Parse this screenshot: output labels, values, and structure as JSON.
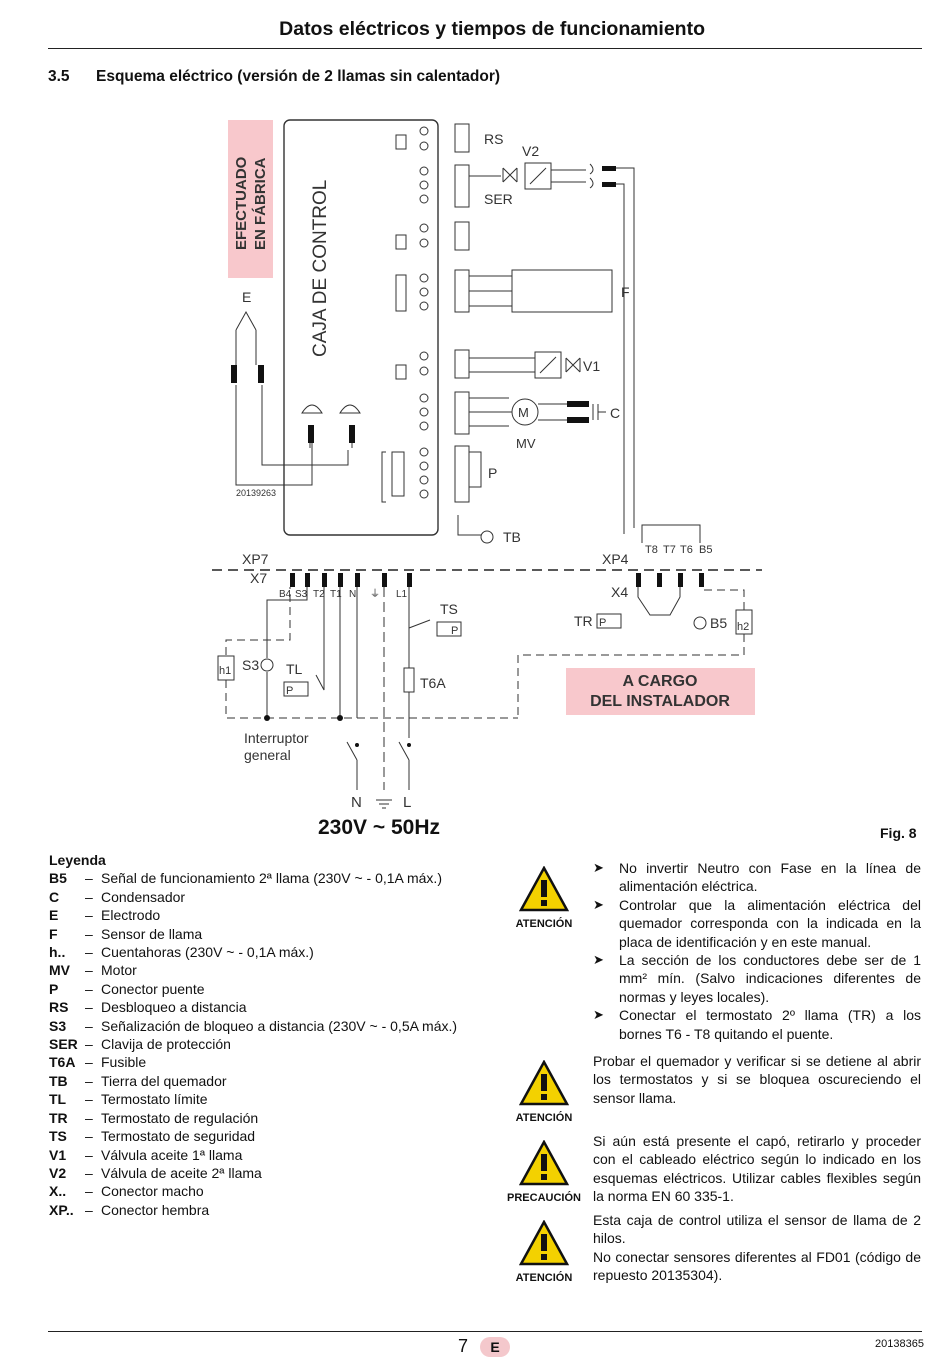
{
  "header": {
    "title": "Datos eléctricos y tiempos de funcionamiento"
  },
  "section": {
    "number": "3.5",
    "title": "Esquema eléctrico (versión de 2 llamas sin calentador)"
  },
  "diagram": {
    "factory_label": [
      "EFECTUADO",
      "EN FÁBRICA"
    ],
    "control_box": "CAJA DE CONTROL",
    "installer_label": [
      "A CARGO",
      "DEL INSTALADOR"
    ],
    "ref_code": "20139263",
    "labels": {
      "RS": "RS",
      "V2": "V2",
      "SER": "SER",
      "F": "F",
      "V1": "V1",
      "C": "C",
      "MV": "MV",
      "M": "M",
      "P": "P",
      "TB": "TB",
      "E": "E",
      "XP7": "XP7",
      "X7": "X7",
      "XP4": "XP4",
      "X4": "X4",
      "TS": "TS",
      "TR": "TR",
      "B5": "B5",
      "h1": "h1",
      "h2": "h2",
      "S3": "S3",
      "TL": "TL",
      "T6A": "T6A",
      "N": "N",
      "L": "L"
    },
    "pins_x7": [
      "B4",
      "S3",
      "T2",
      "T1",
      "N",
      "⏚",
      "L1"
    ],
    "pins_xp4": [
      "T8",
      "T7",
      "T6",
      "B5"
    ],
    "switch_label": [
      "Interruptor",
      "general"
    ],
    "supply": "230V ~ 50Hz"
  },
  "figure": {
    "label": "Fig. 8"
  },
  "legend": {
    "title": "Leyenda",
    "items": [
      {
        "code": "B5",
        "desc": "Señal de funcionamiento 2ª llama (230V ~ - 0,1A máx.)"
      },
      {
        "code": "C",
        "desc": "Condensador"
      },
      {
        "code": "E",
        "desc": "Electrodo"
      },
      {
        "code": "F",
        "desc": "Sensor de llama"
      },
      {
        "code": "h..",
        "desc": "Cuentahoras (230V ~ - 0,1A máx.)"
      },
      {
        "code": "MV",
        "desc": "Motor"
      },
      {
        "code": "P",
        "desc": "Conector puente"
      },
      {
        "code": "RS",
        "desc": "Desbloqueo a distancia"
      },
      {
        "code": "S3",
        "desc": "Señalización de bloqueo a distancia (230V ~ - 0,5A máx.)"
      },
      {
        "code": "SER",
        "desc": "Clavija de protección"
      },
      {
        "code": "T6A",
        "desc": "Fusible"
      },
      {
        "code": "TB",
        "desc": "Tierra del quemador"
      },
      {
        "code": "TL",
        "desc": "Termostato límite"
      },
      {
        "code": "TR",
        "desc": "Termostato de regulación"
      },
      {
        "code": "TS",
        "desc": "Termostato de seguridad"
      },
      {
        "code": "V1",
        "desc": "Válvula aceite 1ª llama"
      },
      {
        "code": "V2",
        "desc": "Válvula de aceite 2ª llama"
      },
      {
        "code": "X..",
        "desc": "Conector macho"
      },
      {
        "code": "XP..",
        "desc": "Conector hembra"
      }
    ]
  },
  "warnings": {
    "w1": "ATENCIÓN",
    "w2": "ATENCIÓN",
    "w3": "PRECAUCIÓN",
    "w4": "ATENCIÓN"
  },
  "notes": {
    "bullets": [
      "No invertir Neutro con Fase en la línea de alimentación eléctrica.",
      "Controlar que la alimentación eléctrica del quemador corresponda con la indicada en la placa de identificación y en este manual.",
      "La sección de los conductores debe ser de 1 mm² mín. (Salvo indicaciones diferentes de normas y leyes locales).",
      "Conectar el termostato 2º llama (TR) a los bornes T6 - T8 quitando el puente."
    ],
    "p1": "Probar el quemador y verificar si se detiene al abrir los termostatos y si se bloquea oscureciendo el sensor llama.",
    "p2": "Si aún está presente el capó, retirarlo y proceder con el cableado eléctrico según lo indicado en los esquemas eléctricos. Utilizar cables flexibles según la norma EN 60 335-1.",
    "p3a": "Esta caja de control utiliza el sensor de llama de 2 hilos.",
    "p3b": "No conectar sensores diferentes al FD01 (código de repuesto 20135304)."
  },
  "footer": {
    "page": "7",
    "lang": "E",
    "doc": "20138365"
  }
}
